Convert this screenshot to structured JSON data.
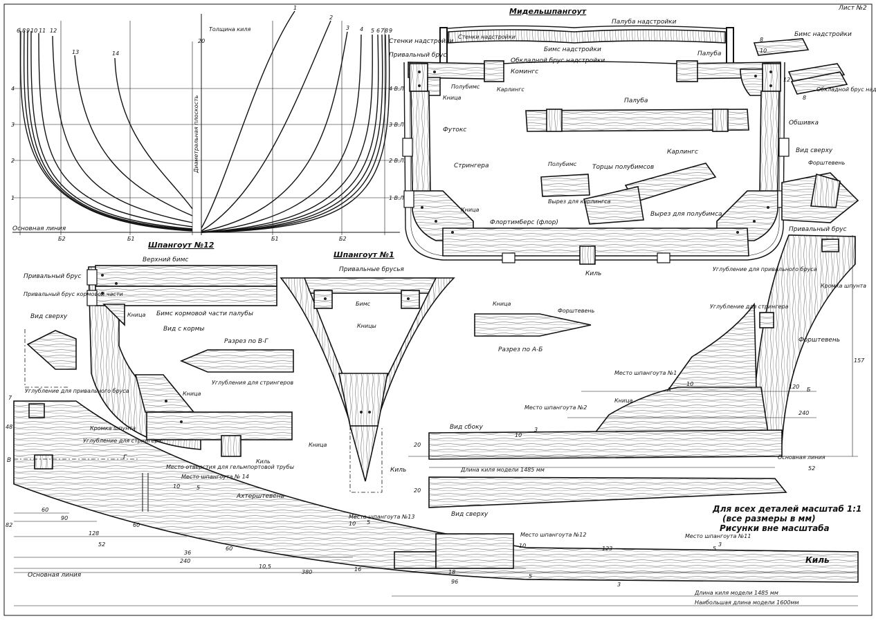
{
  "sheet_label": "Лист №2",
  "body_plan": {
    "frame_numbers_left": [
      "6",
      "8",
      "9",
      "10",
      "11",
      "12",
      "13",
      "14"
    ],
    "frame_numbers_right": [
      "1",
      "2",
      "3",
      "4",
      "5",
      "6",
      "7",
      "8",
      "9"
    ],
    "thickness": "Толщина киля",
    "thickness_value": "20",
    "centerline": "Диаметральная плоскость",
    "waterlines": [
      "4 В.Л.",
      "3 В.Л.",
      "2 В.Л.",
      "1 В.Л."
    ],
    "heights": [
      "4",
      "3",
      "2",
      "1"
    ],
    "baseline": "Основная линия",
    "buttocks": [
      "Б2",
      "Б1",
      "Б1",
      "Б2"
    ]
  },
  "midship": {
    "title": "Мидельшпангоут",
    "labels": {
      "deckhouse_deck": "Палуба надстройки",
      "deckhouse_walls": "Стенки надстройки",
      "deckhouse_walls2": "Стенки надстройки",
      "deckhouse_beam": "Бимс надстройки",
      "deckhouse_coaming": "Обкладной брус надстройки",
      "clamp": "Привальный брус",
      "coaming": "Комингс",
      "deck": "Палуба",
      "half_beam": "Полубимс",
      "carlins": "Карлингс",
      "knee": "Кница",
      "futtock": "Футокс",
      "stringers": "Стрингера",
      "knee2": "Кница",
      "floor": "Флортимберс (флор)",
      "keel": "Киль",
      "planking": "Обшивка",
      "deck2": "Палуба",
      "carlins2": "Карлингс",
      "half_beam2": "Полубимс",
      "half_beam_ends": "Торцы полубимсов",
      "cut_carlins": "Вырез для карлингса",
      "cut_half_beam": "Вырез для полубимса",
      "detail_beam": "Бимс надстройки",
      "detail_coaming": "Обкладной брус надстройки",
      "d8": "8",
      "d10": "10",
      "d12": "12",
      "d8b": "8"
    }
  },
  "top_view": {
    "title": "Вид сверху",
    "stem": "Форштевень",
    "clamp": "Привальный брус"
  },
  "frame12": {
    "title": "Шпангоут №12",
    "upper_beam": "Верхний бимс",
    "clamp": "Привальный брус",
    "clamp_stern": "Привальный брус кормовой части",
    "knee": "Кница",
    "stern_beam": "Бимс кормовой части палубы",
    "view_stern": "Вид с кормы",
    "view_top": "Вид сверху",
    "knee2": "Кница",
    "keel": "Киль"
  },
  "section_vg": {
    "title": "Разрез по В-Г",
    "label": "Углубления для стрингеров"
  },
  "frame1": {
    "title": "Шпангоут №1",
    "clamps": "Привальные брусья",
    "beam": "Бимс",
    "knees": "Кницы",
    "knee": "Кница"
  },
  "section_ab": {
    "title": "Разрез по А-Б",
    "knee": "Кница",
    "stem": "Форштевень"
  },
  "bow": {
    "groove_clamp": "Углубление для привального бруса",
    "rabbet": "Кромка шпунта",
    "groove_stringer": "Углубление для стрингера",
    "stem": "Форштевень",
    "frame_place1": "Место шпангоута №1",
    "knee": "Кница",
    "frame_place2": "Место шпангоута №2",
    "view_side": "Вид сбоку",
    "view_top": "Вид сверху",
    "keel": "Киль",
    "baseline": "Основная линия",
    "keel_length": "Длина киля модели 1485 мм",
    "dims": {
      "d157": "157",
      "d120": "120",
      "d240": "240",
      "d52": "52",
      "d20a": "20",
      "d20b": "20",
      "d10": "10",
      "dA": "А",
      "dB": "Б",
      "d10b": "10",
      "d3": "3"
    }
  },
  "scale_note": {
    "line1": "Для всех деталей масштаб 1:1",
    "line2": "(все размеры в мм)",
    "line3": "Рисунки вне масштаба"
  },
  "stern": {
    "groove_clamp": "Углубление для привального бруса",
    "rabbet": "Кромка шпунта",
    "groove_stringer": "Углубление для стрингера",
    "V": "В",
    "G": "Г",
    "tube_hole": "Место отверстия для гельмпортовой трубы",
    "frame14": "Место шпангоута № 14",
    "sternpost": "Ахтерштевень",
    "frame13": "Место шпангоута №13",
    "frame12": "Место шпангоута №12",
    "frame11": "Место шпангоута №11",
    "keel": "Киль",
    "baseline": "Основная линия",
    "keel_length": "Длина киля модели 1485 мм",
    "max_length": "Наибольшая длина модели 1600мм",
    "dims": {
      "d60": "60",
      "d90": "90",
      "d60b": "60",
      "d128": "128",
      "d52": "52",
      "d36": "36",
      "d60c": "60",
      "d240": "240",
      "d105": "10,5",
      "d380": "380",
      "d16": "16",
      "d18": "18",
      "d96": "96",
      "d5": "5",
      "d3": "3",
      "d123": "123",
      "d10": "10",
      "d5b": "5",
      "d10b": "10",
      "d5c": "5",
      "d10c": "10",
      "d5d": "5",
      "d48": "48",
      "d82": "82",
      "d7": "7",
      "d3b": "3"
    }
  }
}
